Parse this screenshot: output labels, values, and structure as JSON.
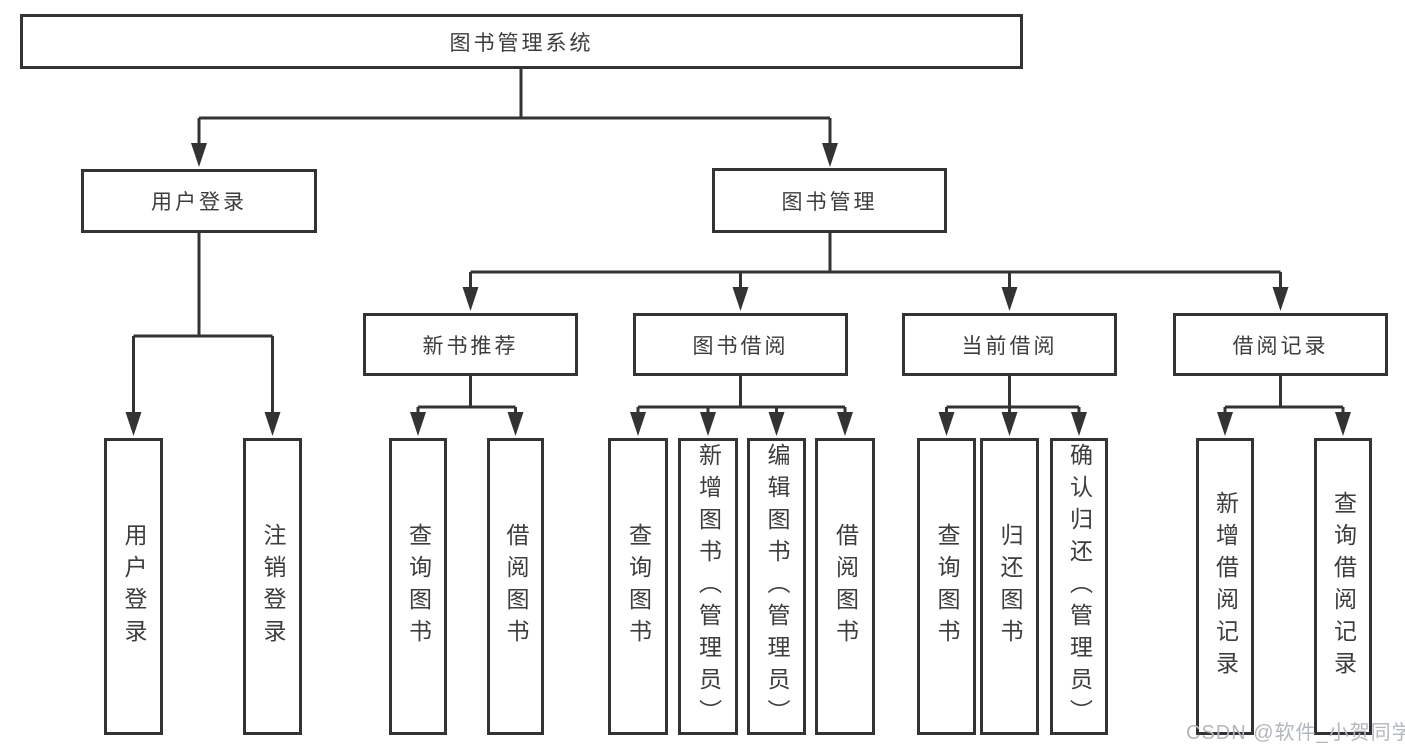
{
  "watermark": "CSDN @软件_小贺同学",
  "colors": {
    "line": "#333333",
    "box_border": "#333333",
    "text": "#3d3d3d",
    "box_background": "#ffffff",
    "page_background": "#ffffff",
    "watermark": "#b3b7bd"
  },
  "tree": {
    "label": "图书管理系统",
    "children": [
      {
        "label": "用户登录",
        "children": [
          {
            "label": "用户登录"
          },
          {
            "label": "注销登录"
          }
        ]
      },
      {
        "label": "图书管理",
        "children": [
          {
            "label": "新书推荐",
            "children": [
              {
                "label": "查询图书"
              },
              {
                "label": "借阅图书"
              }
            ]
          },
          {
            "label": "图书借阅",
            "children": [
              {
                "label": "查询图书"
              },
              {
                "label": "新增图书（管理员）"
              },
              {
                "label": "编辑图书（管理员）"
              },
              {
                "label": "借阅图书"
              }
            ]
          },
          {
            "label": "当前借阅",
            "children": [
              {
                "label": "查询图书"
              },
              {
                "label": "归还图书"
              },
              {
                "label": "确认归还（管理员）"
              }
            ]
          },
          {
            "label": "借阅记录",
            "children": [
              {
                "label": "新增借阅记录"
              },
              {
                "label": "查询借阅记录"
              }
            ]
          }
        ]
      }
    ]
  }
}
